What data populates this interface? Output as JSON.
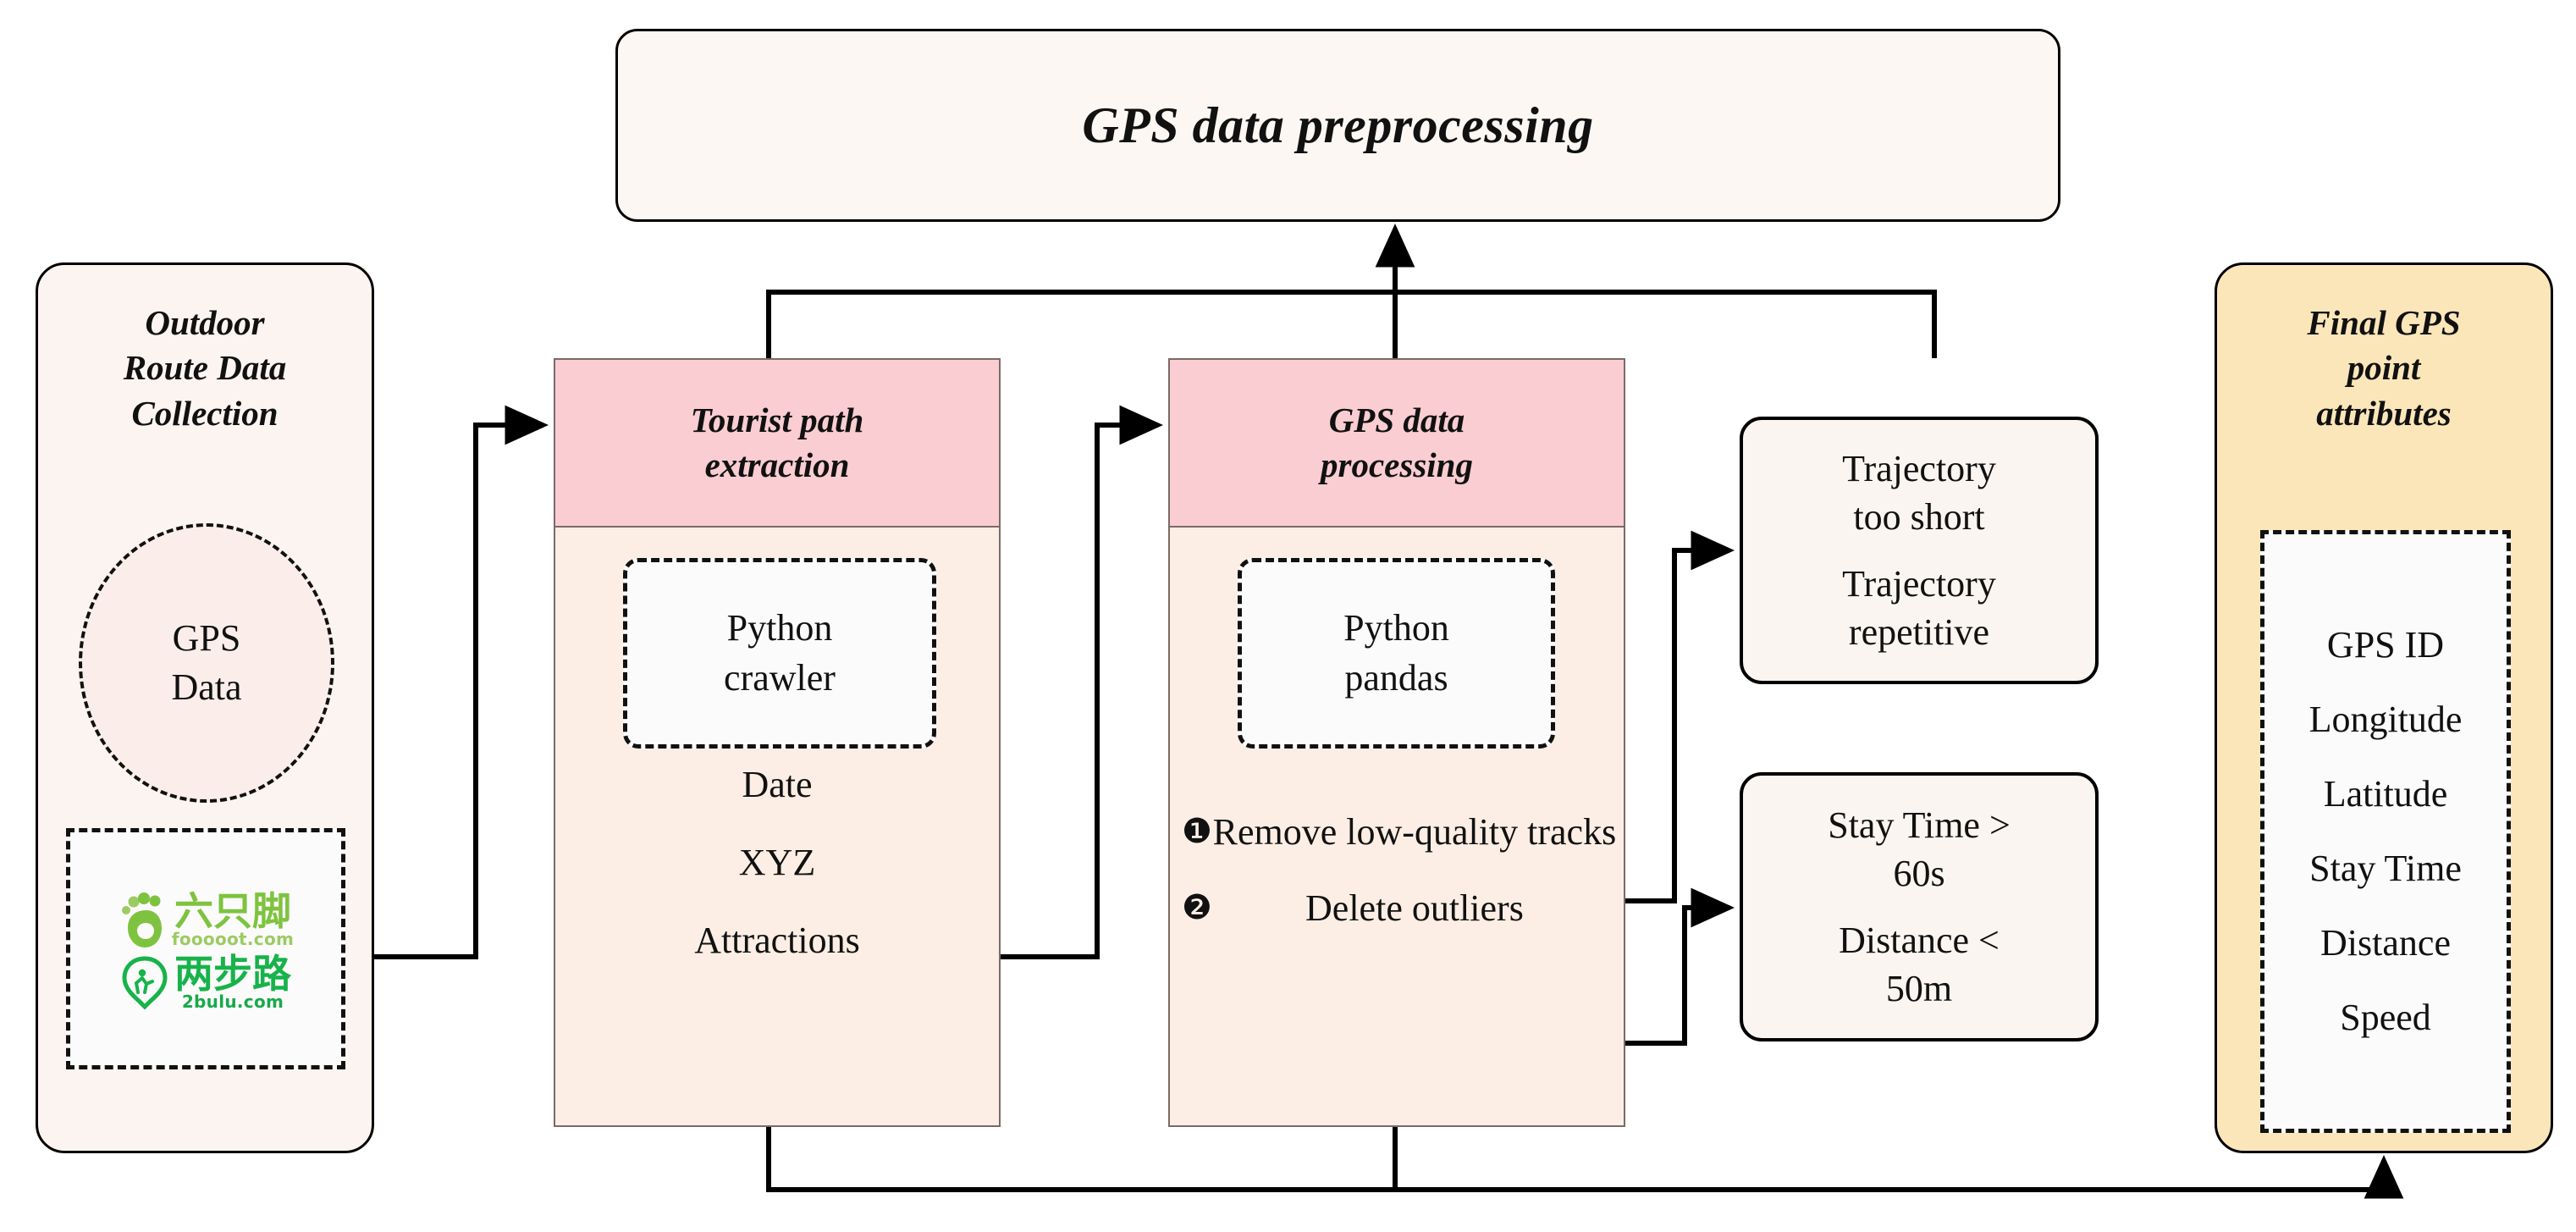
{
  "title_box": {
    "label": "GPS data preprocessing"
  },
  "outdoor": {
    "title_line1": "Outdoor",
    "title_line2": "Route Data",
    "title_line3": "Collection",
    "circle_line1": "GPS",
    "circle_line2": "Data",
    "logos": [
      {
        "name": "六只脚",
        "url": "fooooot.com",
        "icon": "footprint-icon",
        "color": "#7ec33f"
      },
      {
        "name": "两步路",
        "url": "2bulu.com",
        "icon": "walking-person-circle-icon",
        "color": "#17b34a"
      }
    ]
  },
  "tourist_column": {
    "header_line1": "Tourist path",
    "header_line2": "extraction",
    "tool_line1": "Python",
    "tool_line2": "crawler",
    "items": [
      "Date",
      "XYZ",
      "Attractions"
    ]
  },
  "gps_processing_column": {
    "header_line1": "GPS data",
    "header_line2": "processing",
    "tool_line1": "Python",
    "tool_line2": "pandas",
    "steps": [
      {
        "marker": "❶",
        "text": "Remove low-quality tracks"
      },
      {
        "marker": "❷",
        "text": "Delete outliers"
      }
    ]
  },
  "trajectory_box": {
    "line1": "Trajectory",
    "line2": "too short",
    "line3": "Trajectory",
    "line4": "repetitive"
  },
  "stay_box": {
    "line1": "Stay Time >",
    "line2": "60s",
    "line3": "Distance <",
    "line4": "50m"
  },
  "final_attributes": {
    "title_line1": "Final GPS",
    "title_line2": "point",
    "title_line3": "attributes",
    "items": [
      "GPS ID",
      "Longitude",
      "Latitude",
      "Stay Time",
      "Distance",
      "Speed"
    ]
  },
  "colors": {
    "header_pink": "#f9cdd2",
    "body_cream": "#fceee4",
    "final_yellow": "#fbe6ba",
    "card_pink": "#fcf4f0",
    "outline": "#000000"
  }
}
